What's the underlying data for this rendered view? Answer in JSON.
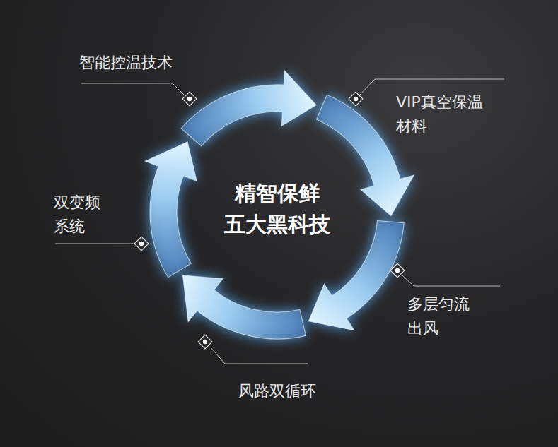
{
  "diagram": {
    "title": "精智保鲜 五大黑科技",
    "labels": [
      "智能控温技术",
      "VIP真空保温材料",
      "双变频系统",
      "多层匀流出风",
      "风路双循环"
    ]
  }
}
